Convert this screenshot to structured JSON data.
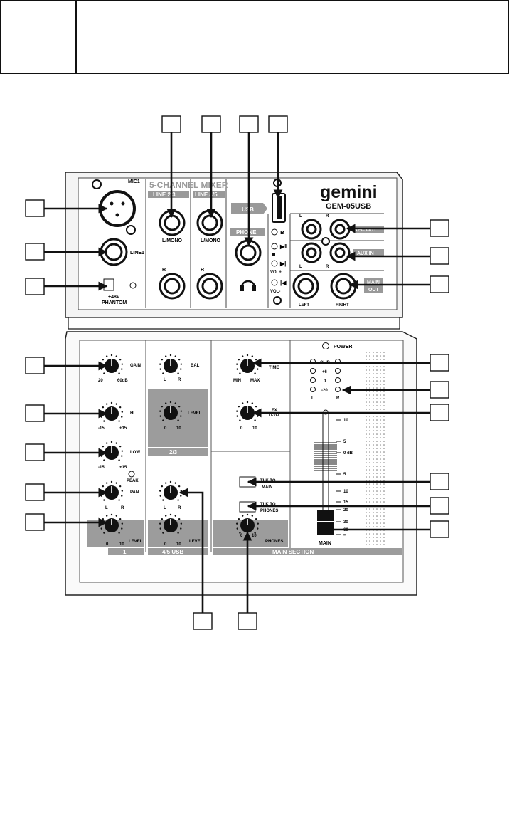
{
  "device": {
    "brand": "gemini",
    "model": "GEM-05USB",
    "title": "5-CHANNEL MIXER"
  },
  "top_panel": {
    "mic1": "MIC1",
    "line1": "LINE1",
    "phantom_a": "+48V",
    "phantom_b": "PHANTOM",
    "line23": "LINE 2/3",
    "line45": "LINE 4/5",
    "l_mono_a": "L/MONO",
    "l_mono_b": "L/MONO",
    "r_a": "R",
    "r_b": "R",
    "usb": "USB",
    "phone": "PHONE",
    "vol_plus": "VOL+",
    "vol_minus": "VOL-",
    "rec_l": "L",
    "rec_r": "R",
    "rec_out": "REC OUT",
    "aux_l": "L",
    "aux_r": "R",
    "aux_in": "AUX IN",
    "main_out_a": "MAIN",
    "main_out_b": "OUT",
    "left": "LEFT",
    "right": "RIGHT"
  },
  "ch1": {
    "gain": "GAIN",
    "gain_min": "20",
    "gain_max": "60dB",
    "hi": "HI",
    "hi_min": "-15",
    "hi_max": "+15",
    "low": "LOW",
    "low_min": "-15",
    "low_max": "+15",
    "peak": "PEAK",
    "pan": "PAN",
    "pan_l": "L",
    "pan_r": "R",
    "level": "LEVEL",
    "level_min": "0",
    "level_max": "10",
    "label": "1"
  },
  "ch23": {
    "bal": "BAL",
    "bal_l": "L",
    "bal_r": "R",
    "level": "LEVEL",
    "level_min": "0",
    "level_max": "10",
    "label": "2/3"
  },
  "ch45": {
    "bal_l": "L",
    "bal_r": "R",
    "level": "LEVEL",
    "level_min": "0",
    "level_max": "10",
    "label": "4/5 USB"
  },
  "main_section": {
    "fx_time": "TIME",
    "fx_min": "MIN",
    "fx_max": "MAX",
    "fx_a": "FX",
    "fx_b": "LEVEL",
    "fx_level_min": "0",
    "fx_level_max": "10",
    "tk_main_a": "TLK TO",
    "tk_main_b": "MAIN",
    "tk_phones_a": "TLK TO",
    "tk_phones_b": "PHONES",
    "phones": "PHONES",
    "phones_min": "0",
    "phones_max": "10",
    "label": "MAIN SECTION"
  },
  "meter": {
    "power": "POWER",
    "clip": "CLIP",
    "plus6": "+6",
    "zero": "0",
    "minus20": "-20",
    "l": "L",
    "r": "R"
  },
  "fader_scale": [
    "10",
    "5",
    "0 dB",
    "5",
    "10",
    "15",
    "20",
    "30",
    "60",
    "∞"
  ],
  "fader_label": "MAIN"
}
